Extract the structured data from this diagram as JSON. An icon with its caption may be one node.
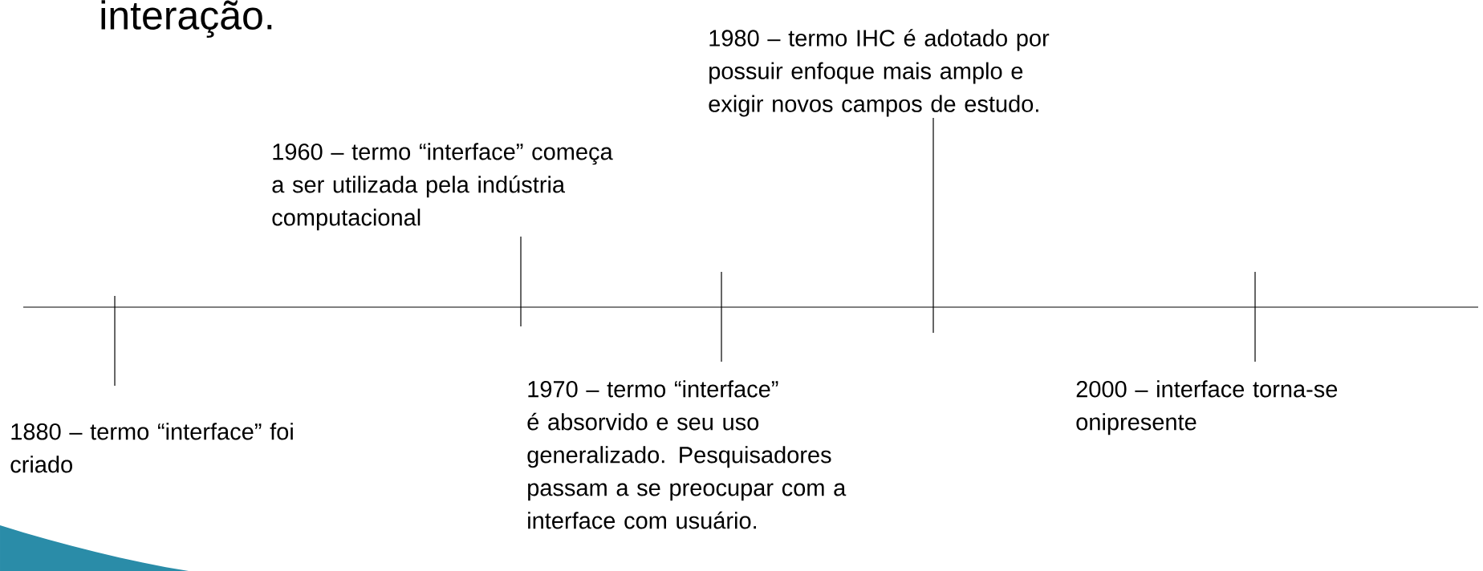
{
  "diagram": {
    "labels": [
      "interação.",
      "1980 – termo IHC é adotado por possuir enfoque mais amplo e exigir novos campos de estudo.",
      "1960 – termo “interface” começa a ser utilizada pela indústria computacional",
      "1970 – termo “interface” é absorvido e seu uso generalizado. Pesquisadores passam a se preocupar com a interface com usuário.",
      "2000 – interface torna-se onipresente",
      "1880 – termo “interface” foi criado"
    ]
  }
}
